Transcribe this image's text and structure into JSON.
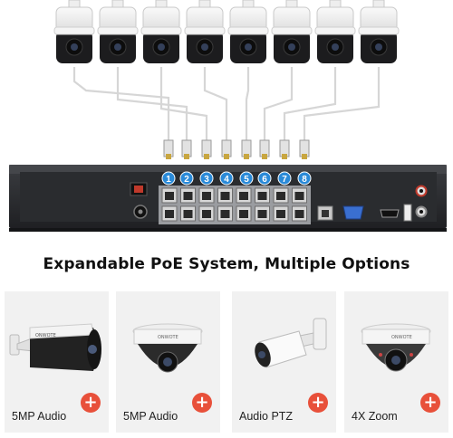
{
  "headline": "Expandable PoE System, Multiple Options",
  "port_numbers": [
    "1",
    "2",
    "3",
    "4",
    "5",
    "6",
    "7",
    "8"
  ],
  "cards": [
    {
      "label": "5MP Audio",
      "camera": "bullet-camera-icon"
    },
    {
      "label": "5MP Audio",
      "camera": "dome-camera-icon"
    },
    {
      "label": "Audio PTZ",
      "camera": "ptz-camera-icon"
    },
    {
      "label": "4X Zoom",
      "camera": "zoom-dome-camera-icon"
    }
  ],
  "plus_symbol": "+",
  "colors": {
    "port_badge": "#2a8ad8",
    "plus_badge": "#e8503a",
    "nvr_body": "#2b2d30",
    "card_bg": "#f1f1f1"
  }
}
